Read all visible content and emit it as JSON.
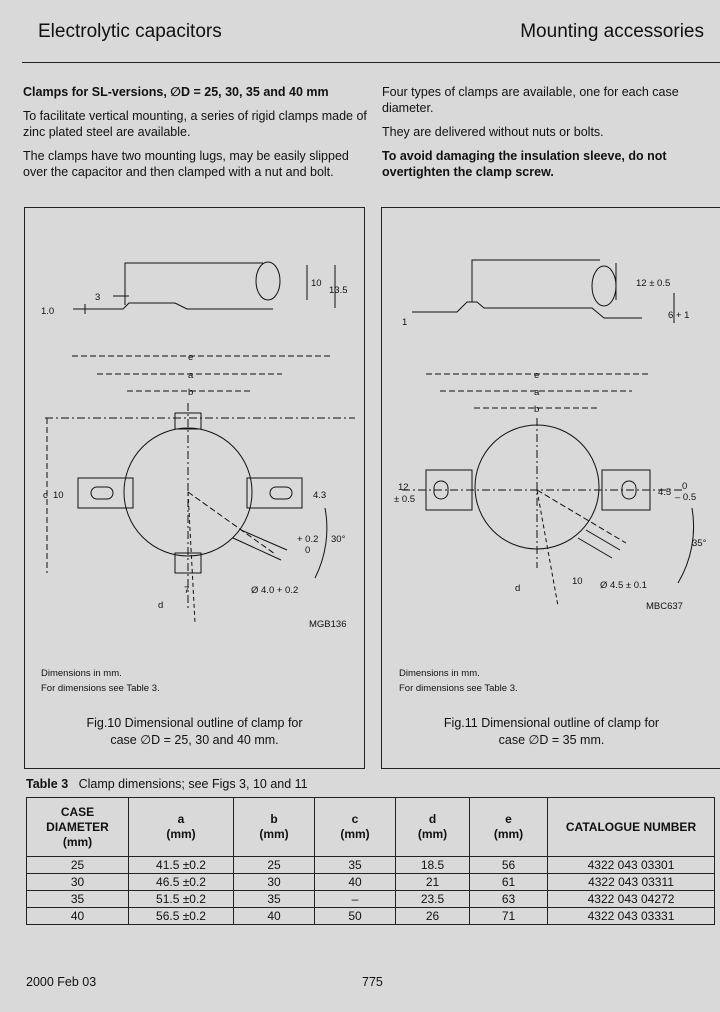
{
  "header": {
    "left": "Electrolytic capacitors",
    "right": "Mounting accessories"
  },
  "left_col": {
    "heading": "Clamps for SL-versions, ∅D = 25, 30, 35 and 40 mm",
    "p1": "To facilitate vertical mounting, a series of rigid clamps made of zinc plated steel are available.",
    "p2": "The clamps have two mounting lugs, may be easily slipped over the capacitor and then clamped with a nut and bolt."
  },
  "right_col": {
    "p1": "Four types of clamps are available, one for each case diameter.",
    "p2": "They are delivered without nuts or bolts.",
    "p3": "To avoid damaging the insulation sleeve, do not overtighten the clamp screw."
  },
  "fig10": {
    "labels": {
      "t1": "1.0",
      "w3": "3",
      "h10": "10",
      "h13": "13.5",
      "e": "e",
      "a": "a",
      "b": "b",
      "c": "c",
      "c10": "10",
      "w43": "4.3",
      "tol1": "+ 0.2",
      "tol2": "0",
      "angle": "30°",
      "w7": "7",
      "hole": "Ø 4.0 + 0.2",
      "d": "d",
      "code": "MGB136"
    },
    "note1": "Dimensions in mm.",
    "note2": "For dimensions see Table 3.",
    "caption1": "Fig.10  Dimensional outline of clamp for",
    "caption2": "case ∅D = 25, 30 and 40 mm."
  },
  "fig11": {
    "labels": {
      "h12": "12 ± 0.5",
      "t1": "1",
      "h6": "6 + 1",
      "e": "e",
      "a": "a",
      "b": "b",
      "l12a": "12",
      "l12b": "± 0.5",
      "w45": "4.5",
      "tol1": "0",
      "tol2": "– 0.5",
      "angle": "35°",
      "d": "d",
      "w10": "10",
      "hole": "Ø 4.5 ± 0.1",
      "code": "MBC637"
    },
    "note1": "Dimensions in mm.",
    "note2": "For dimensions see Table 3.",
    "caption1": "Fig.11  Dimensional outline of clamp for",
    "caption2": "case ∅D = 35 mm."
  },
  "table3": {
    "title_bold": "Table 3",
    "title_rest": "Clamp dimensions; see Figs 3, 10 and 11",
    "headers": [
      [
        "CASE",
        "DIAMETER",
        "(mm)"
      ],
      [
        "a",
        "(mm)"
      ],
      [
        "b",
        "(mm)"
      ],
      [
        "c",
        "(mm)"
      ],
      [
        "d",
        "(mm)"
      ],
      [
        "e",
        "(mm)"
      ],
      [
        "CATALOGUE NUMBER"
      ]
    ],
    "rows": [
      [
        "25",
        "41.5 ±0.2",
        "25",
        "35",
        "18.5",
        "56",
        "4322 043 03301"
      ],
      [
        "30",
        "46.5 ±0.2",
        "30",
        "40",
        "21",
        "61",
        "4322 043 03311"
      ],
      [
        "35",
        "51.5 ±0.2",
        "35",
        "–",
        "23.5",
        "63",
        "4322 043 04272"
      ],
      [
        "40",
        "56.5 ±0.2",
        "40",
        "50",
        "26",
        "71",
        "4322 043 03331"
      ]
    ]
  },
  "footer": {
    "date": "2000 Feb 03",
    "page": "775"
  }
}
